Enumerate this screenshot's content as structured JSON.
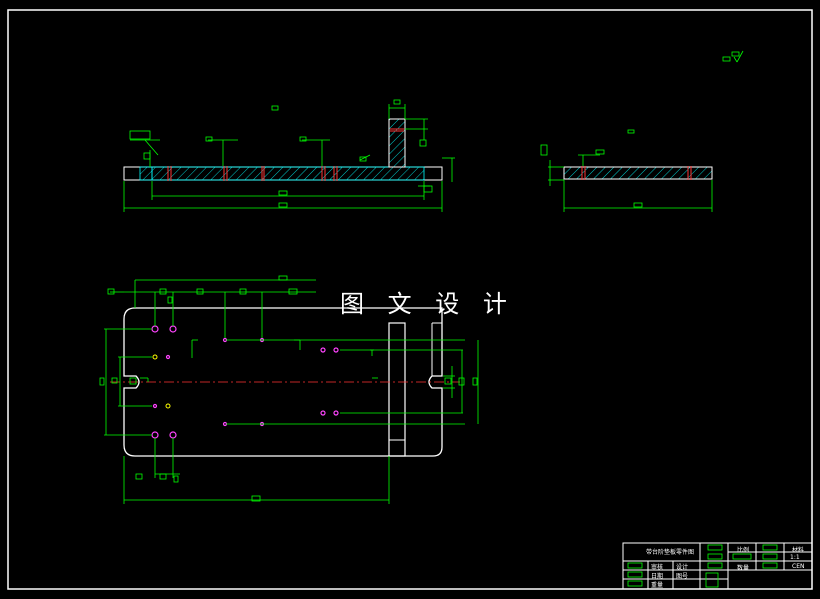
{
  "watermark": "图 文 设 计",
  "title_block": {
    "drawing_title": "带台阶垫板零件图",
    "cells": [
      "比例",
      "材料",
      "审核",
      "设计",
      "日期",
      "图号",
      "数量",
      "重量"
    ],
    "scale": "1:1",
    "sheet": "CEN"
  },
  "colors": {
    "background": "#000000",
    "outline": "#ffffff",
    "dimension": "#00ff00",
    "hatch": "#00ffff",
    "centerline": "#ff0000",
    "hole": "#ff00ff"
  }
}
